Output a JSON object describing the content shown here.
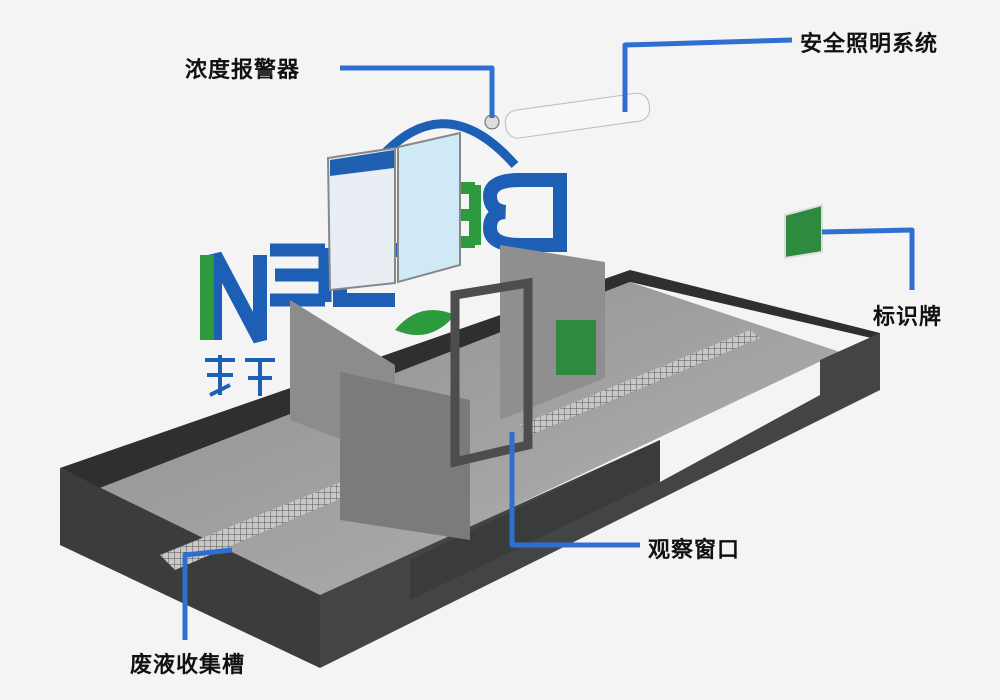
{
  "labels": {
    "alarm": "浓度报警器",
    "lighting": "安全照明系统",
    "sign": "标识牌",
    "window": "观察窗口",
    "trough": "废液收集槽"
  },
  "logo": {
    "text": "BEGREEN",
    "subtext": "环境"
  },
  "colors": {
    "leader": "#2f6fd1",
    "wall_dark": "#3b3c3c",
    "floor": "#a3a3a3",
    "logo_blue": "#1c5fb5",
    "logo_green": "#2e9a3e",
    "sign_green": "#2d8a3e"
  }
}
